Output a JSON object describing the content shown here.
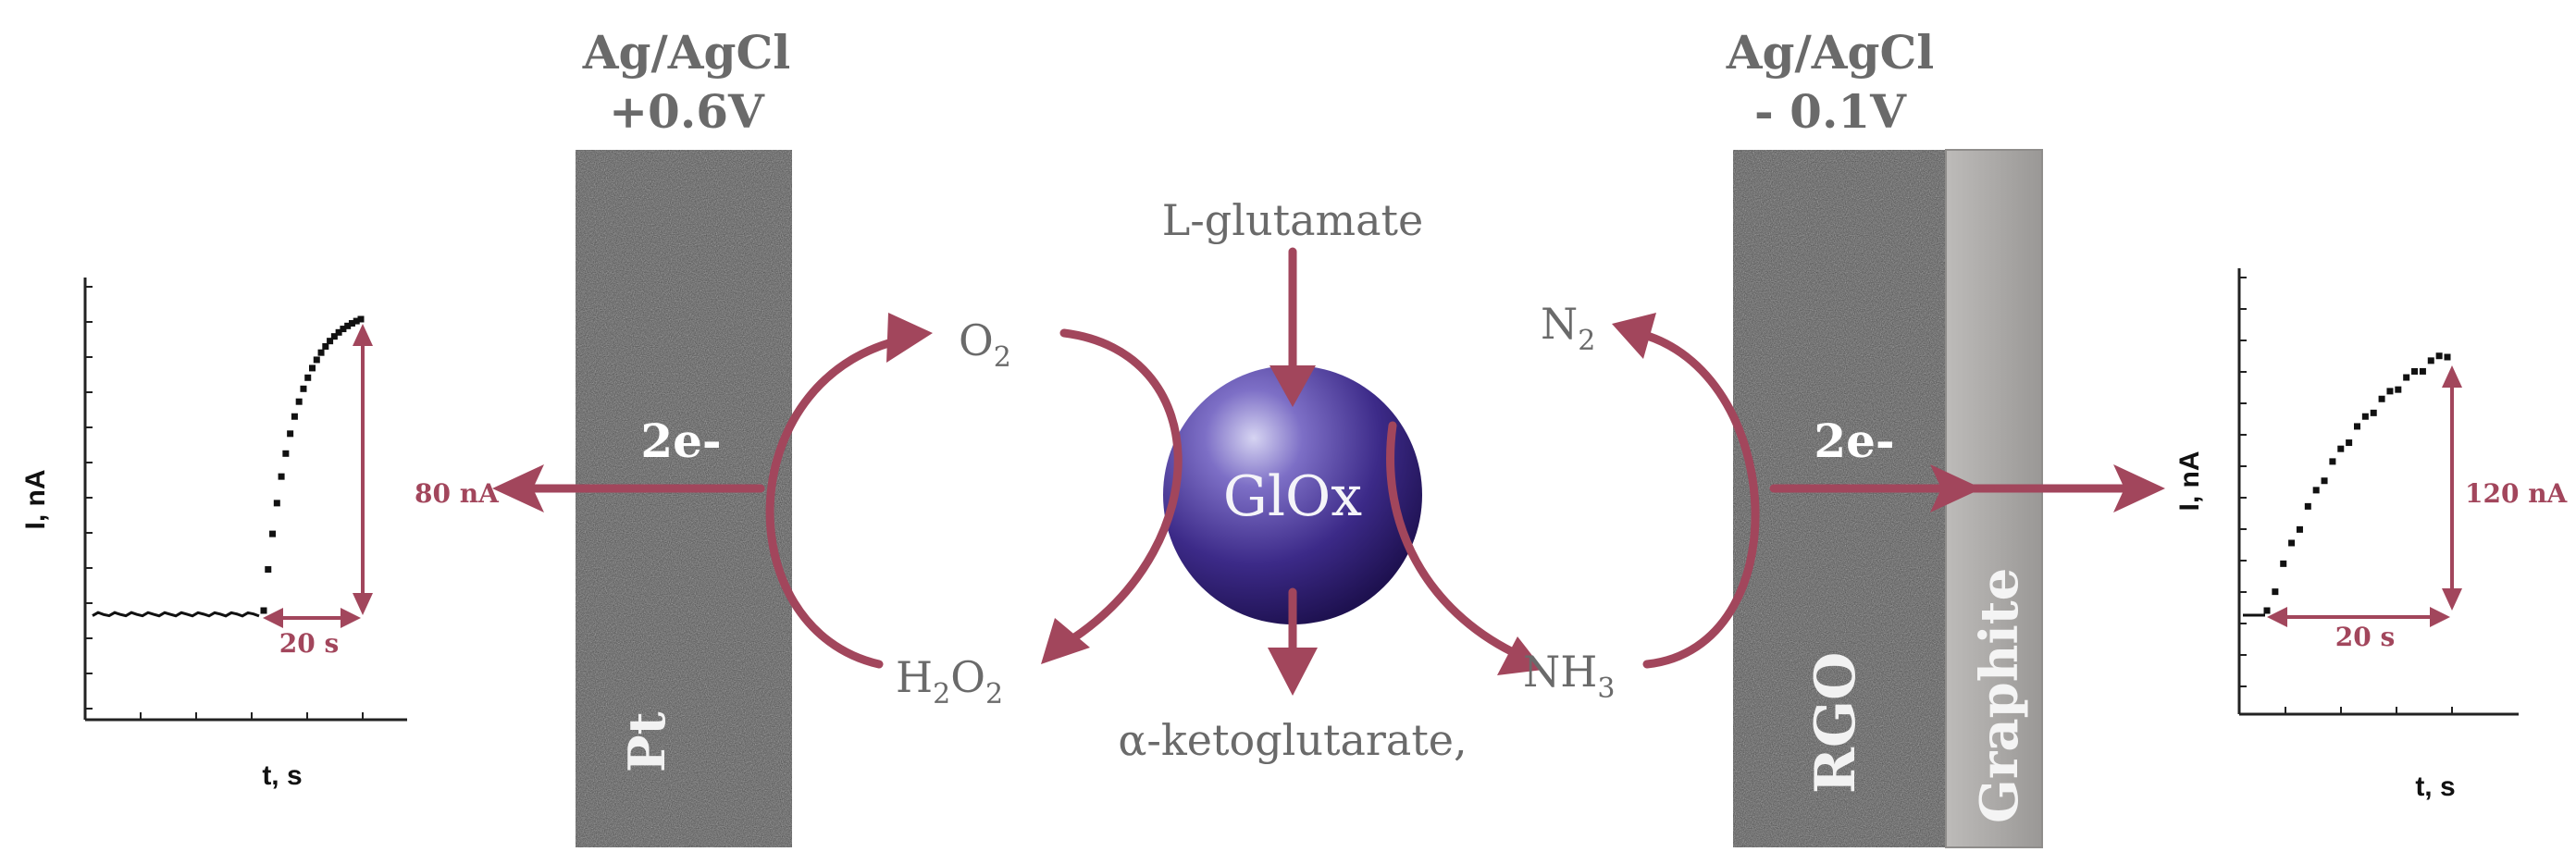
{
  "left_electrode": {
    "reference": "Ag/AgCl",
    "potential": "+0.6V",
    "material": "Pt",
    "electrons": "2e-"
  },
  "right_electrode": {
    "reference": "Ag/AgCl",
    "potential": "- 0.1V",
    "material": "RGO",
    "substrate": "Graphite",
    "electrons": "2e-"
  },
  "enzyme": {
    "label": "GlOx"
  },
  "species": {
    "substrate": "L-glutamate",
    "product": "α-ketoglutarate,",
    "o2_base": "O",
    "o2_sub": "2",
    "h2o2_h": "H",
    "h2o2_sub1": "2",
    "h2o2_o": "O",
    "h2o2_sub2": "2",
    "n2_base": "N",
    "n2_sub": "2",
    "nh3_base": "NH",
    "nh3_sub": "3"
  },
  "left_graph": {
    "ylabel": "I, nA",
    "xlabel": "t, s",
    "delta_current": "80 nA",
    "delta_time": "20 s"
  },
  "right_graph": {
    "ylabel": "I, nA",
    "xlabel": "t, s",
    "delta_current": "120 nA",
    "delta_time": "20 s"
  },
  "colors": {
    "arrow": "#a2465c",
    "electrode_dark": "#4a4a4a",
    "graphite": "#a8a6a4",
    "sphere": "#3c2a88",
    "text": "#6a6a6a"
  }
}
